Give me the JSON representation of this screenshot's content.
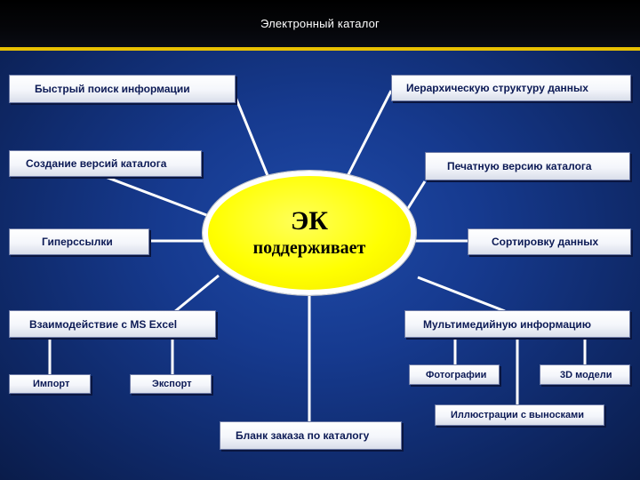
{
  "header": {
    "title": "Электронный каталог"
  },
  "center": {
    "line1": "ЭК",
    "line2": "поддерживает"
  },
  "nodes": {
    "fast_search": "Быстрый поиск информации",
    "hierarchy": "Иерархическую структуру данных",
    "versions": "Создание версий каталога",
    "print_version": "Печатную версию каталога",
    "hyperlinks": "Гиперссылки",
    "sorting": "Сортировку данных",
    "excel": "Взаимодействие с MS Excel",
    "multimedia": "Мультимедийную информацию",
    "import": "Импорт",
    "export": "Экспорт",
    "photos": "Фотографии",
    "models3d": "3D модели",
    "illustrations": "Иллюстрации с выносками",
    "order_form": "Бланк заказа по каталогу"
  },
  "colors": {
    "accent_line": "#e8c000",
    "center_fill": "#ffff00",
    "box_text": "#0c1a55"
  }
}
